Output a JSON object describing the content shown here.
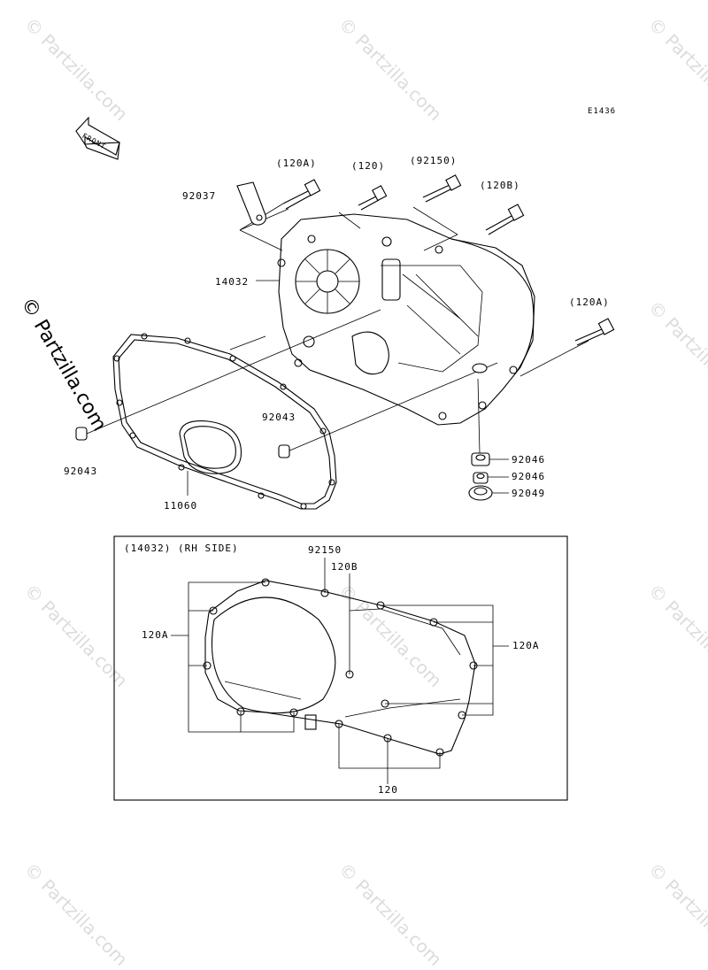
{
  "diagram_code": "E1436",
  "front_label": "FRONT",
  "watermark": "© Partzilla.com",
  "watermark_side": "© Partzilla.com",
  "parts": {
    "p120A_top": "(120A)",
    "p120_top": "(120)",
    "p92150_top": "(92150)",
    "p120B_top": "(120B)",
    "p92037": "92037",
    "p14032": "14032",
    "p120A_right": "(120A)",
    "p92043_mid": "92043",
    "p92043_left": "92043",
    "p11060": "11060",
    "p92046_a": "92046",
    "p92046_b": "92046",
    "p92049": "92049"
  },
  "inset": {
    "title": "(14032) (RH SIDE)",
    "l92150": "92150",
    "l120B": "120B",
    "l120A_left": "120A",
    "l120A_right": "120A",
    "l120": "120"
  }
}
